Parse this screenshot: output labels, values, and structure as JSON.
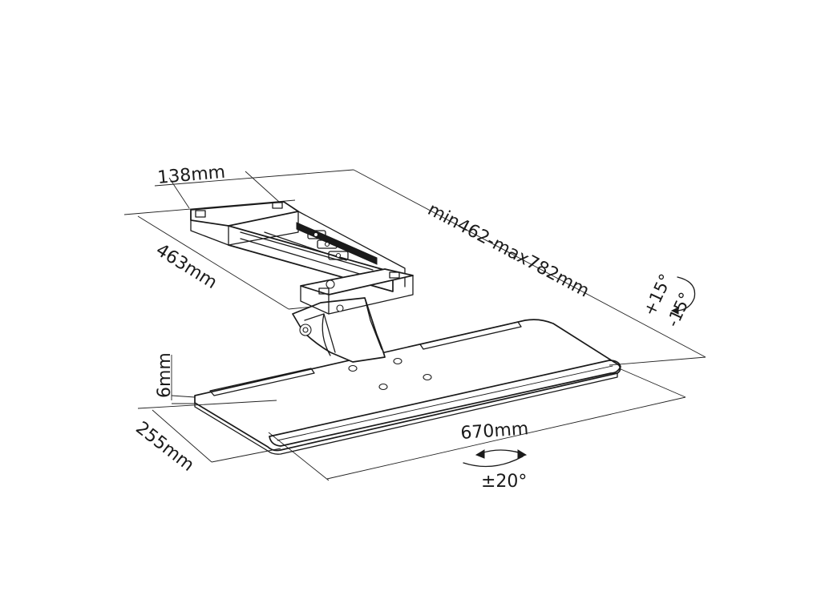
{
  "dimensions": {
    "mount_width": "138mm",
    "mount_length": "463mm",
    "track_extension": "min462-max782mm",
    "tilt_up": "+15°",
    "tilt_down": "-15°",
    "tray_thickness": "6mm",
    "tray_depth": "255mm",
    "tray_width": "670mm",
    "swivel": "±20°"
  }
}
